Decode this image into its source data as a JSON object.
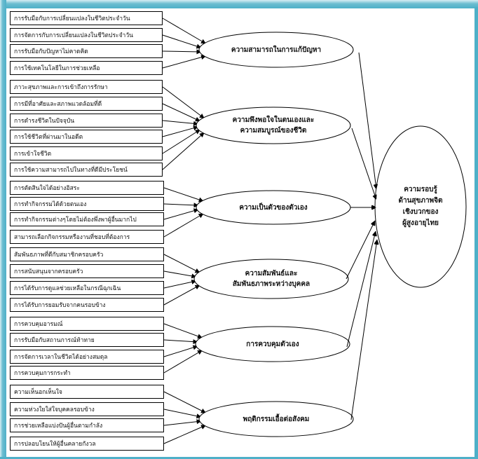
{
  "diagram": {
    "outcome": {
      "lines": [
        "ความรอบรู้",
        "ด้านสุขภาพจิต",
        "เชิงบวกของ",
        "ผู้สูงอายุไทย"
      ]
    },
    "factors": [
      {
        "id": "problem-solving",
        "lines": [
          "ความสามารถในการแก้ปัญหา"
        ],
        "indicators": [
          "การรับมือกับการเปลี่ยนแปลงในชีวิตประจำวัน",
          "การจัดการกับการเปลี่ยนแปลงในชีวิตประจำวัน",
          "การรับมือกับปัญหาไม่คาดคิด",
          "การใช้เทคโนโลยีในการช่วยเหลือ"
        ]
      },
      {
        "id": "self-satisfaction",
        "lines": [
          "ความพึงพอใจในตนเองและ",
          "ความสมบูรณ์ของชีวิต"
        ],
        "indicators": [
          "ภาวะสุขภาพและการเข้าถึงการรักษา",
          "การมีที่อาศัยและสภาพแวดล้อมที่ดี",
          "การดำรงชีวิตในปัจจุบัน",
          "การใช้ชีวิตที่ผ่านมาในอดีต",
          "การเข้าใจชีวิต",
          "การใช้ความสามารถไปในทางที่ดีมีประโยชน์"
        ]
      },
      {
        "id": "autonomy",
        "lines": [
          "ความเป็นตัวของตัวเอง"
        ],
        "indicators": [
          "การตัดสินใจได้อย่างอิสระ",
          "การทำกิจกรรมได้ด้วยตนเอง",
          "การทำกิจกรรมต่างๆโดยไม่ต้องพึ่งพาผู้อื่นมากไป",
          "สามารถเลือกกิจกรรมหรืองานที่ชอบที่ต้องการ"
        ]
      },
      {
        "id": "relationships",
        "lines": [
          "ความสัมพันธ์และ",
          "สัมพันธภาพระหว่างบุคคล"
        ],
        "indicators": [
          "สัมพันธภาพที่ดีกับสมาชิกครอบครัว",
          "การสนับสนุนจากครอบครัว",
          "การได้รับการดูแลช่วยเหลือในกรณีฉุกเฉิน",
          "การได้รับการยอมรับจากคนรอบข้าง"
        ]
      },
      {
        "id": "self-control",
        "lines": [
          "การควบคุมตัวเอง"
        ],
        "indicators": [
          "การควบคุมอารมณ์",
          "การรับมือกับสถานการณ์ท้าทาย",
          "การจัดการเวลาในชีวิตได้อย่างสมดุล",
          "การควบคุมการกระทำ"
        ]
      },
      {
        "id": "prosocial",
        "lines": [
          "พฤติกรรมเอื้อต่อสังคม"
        ],
        "indicators": [
          "ความเห็นอกเห็นใจ",
          "ความห่วงใยใส่ใจบุคคลรอบข้าง",
          "การช่วยเหลือแบ่งปันผู้อื่นตามกำลัง",
          "การปลอบโยนให้ผู้อื่นคลายกังวล"
        ]
      }
    ]
  },
  "colors": {
    "frame": "#4eb0c8",
    "line": "#000000"
  }
}
